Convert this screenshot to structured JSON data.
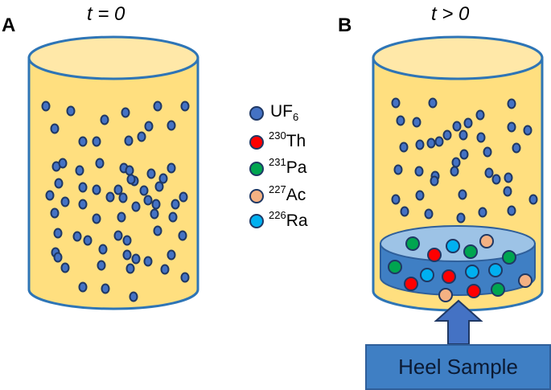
{
  "panels": [
    {
      "letter": "A",
      "time": "t = 0"
    },
    {
      "letter": "B",
      "time": "t > 0"
    }
  ],
  "legend": [
    {
      "base": "UF",
      "sub": "6",
      "sup": "",
      "color": "#4472c4"
    },
    {
      "base": "Th",
      "sub": "",
      "sup": "230",
      "color": "#ff0000"
    },
    {
      "base": "Pa",
      "sub": "",
      "sup": "231",
      "color": "#00a550"
    },
    {
      "base": "Ac",
      "sub": "",
      "sup": "227",
      "color": "#f4b183"
    },
    {
      "base": "Ra",
      "sub": "",
      "sup": "226",
      "color": "#00b0f0"
    }
  ],
  "heel_label": "Heel Sample",
  "colors": {
    "cylinder_fill": "#ffdf7f",
    "cylinder_top": "#ffe8a8",
    "cylinder_outline": "#2e75b6",
    "heel_fill": "#3f7fc4",
    "heel_top": "#9dc3e6",
    "arrow": "#4472c4",
    "particle_outline": "#1f3864"
  }
}
